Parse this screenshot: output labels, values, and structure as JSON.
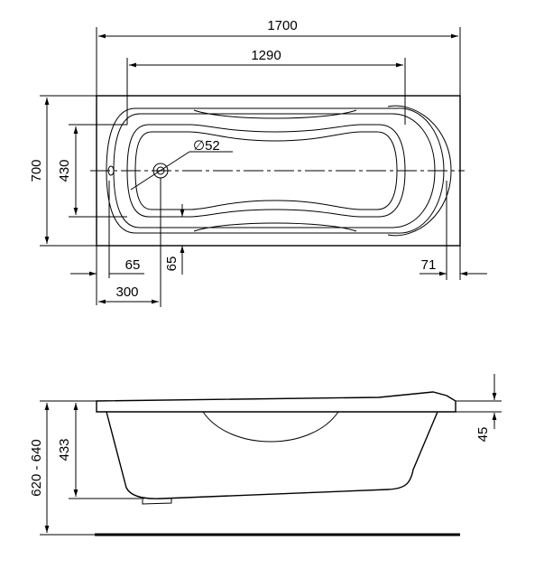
{
  "dimensions": {
    "overall_length": "1700",
    "inner_length": "1290",
    "overall_width": "700",
    "inner_width": "430",
    "drain_diameter": "∅52",
    "drain_offset_end": "65",
    "drain_offset_side": "65",
    "drain_position": "300",
    "headrest_offset": "71",
    "depth_inner": "433",
    "rim_thickness": "45",
    "height_range": "620 - 640"
  }
}
